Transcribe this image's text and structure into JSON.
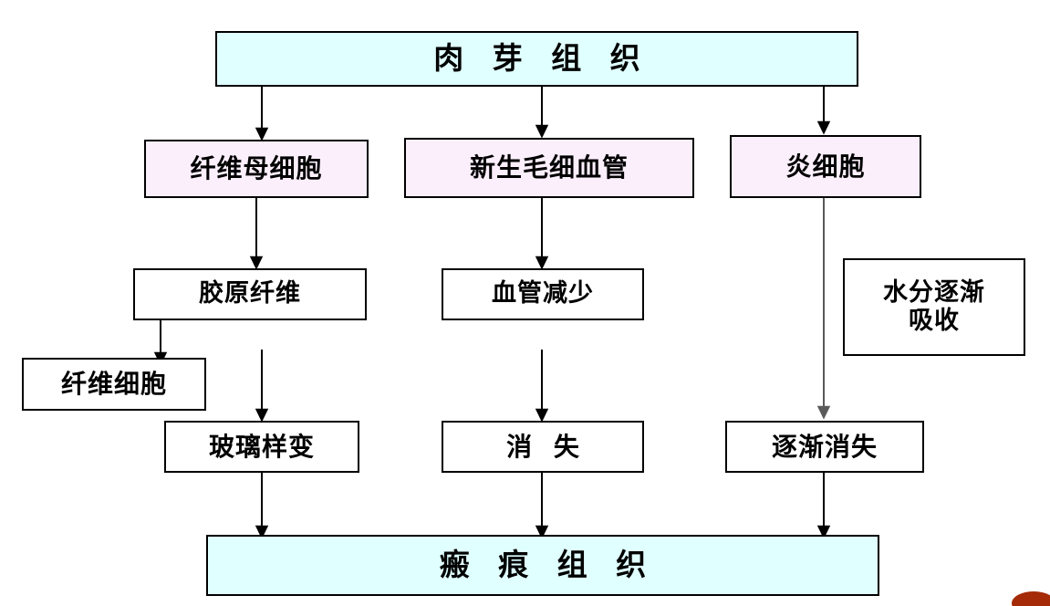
{
  "diagram": {
    "title_node": "肉芽组织",
    "nodes": {
      "granulation_tissue": "肉 芽 组 织",
      "fibroblast": "纤维母细胞",
      "new_capillary": "新生毛细血管",
      "inflammatory_cell": "炎细胞",
      "collagen_fiber": "胶原纤维",
      "vessel_decrease": "血管减少",
      "water_absorption": "水分逐渐\n吸收",
      "fibrocyte": "纤维细胞",
      "hyaline_change": "玻璃样变",
      "disappear": "消 失",
      "gradually_disappear": "逐渐消失",
      "scar_tissue": "瘢 痕 组 织"
    },
    "colors": {
      "cyan_fill": "#E0FFFF",
      "pink_fill": "#FCEFFC",
      "white_fill": "#FFFFFF",
      "border": "#000000",
      "arrow_black": "#000000",
      "arrow_gray": "#808080",
      "corner_mark": "#A52A07"
    },
    "edges": [
      {
        "from": "granulation_tissue",
        "to": "fibroblast"
      },
      {
        "from": "granulation_tissue",
        "to": "new_capillary"
      },
      {
        "from": "granulation_tissue",
        "to": "inflammatory_cell"
      },
      {
        "from": "fibroblast",
        "to": "collagen_fiber"
      },
      {
        "from": "new_capillary",
        "to": "vessel_decrease"
      },
      {
        "from": "inflammatory_cell",
        "to": "gradually_disappear"
      },
      {
        "from": "collagen_fiber",
        "to": "fibrocyte"
      },
      {
        "from": "collagen_fiber",
        "to": "hyaline_change"
      },
      {
        "from": "vessel_decrease",
        "to": "disappear"
      },
      {
        "from": "hyaline_change",
        "to": "scar_tissue"
      },
      {
        "from": "disappear",
        "to": "scar_tissue"
      },
      {
        "from": "gradually_disappear",
        "to": "scar_tissue"
      }
    ]
  }
}
